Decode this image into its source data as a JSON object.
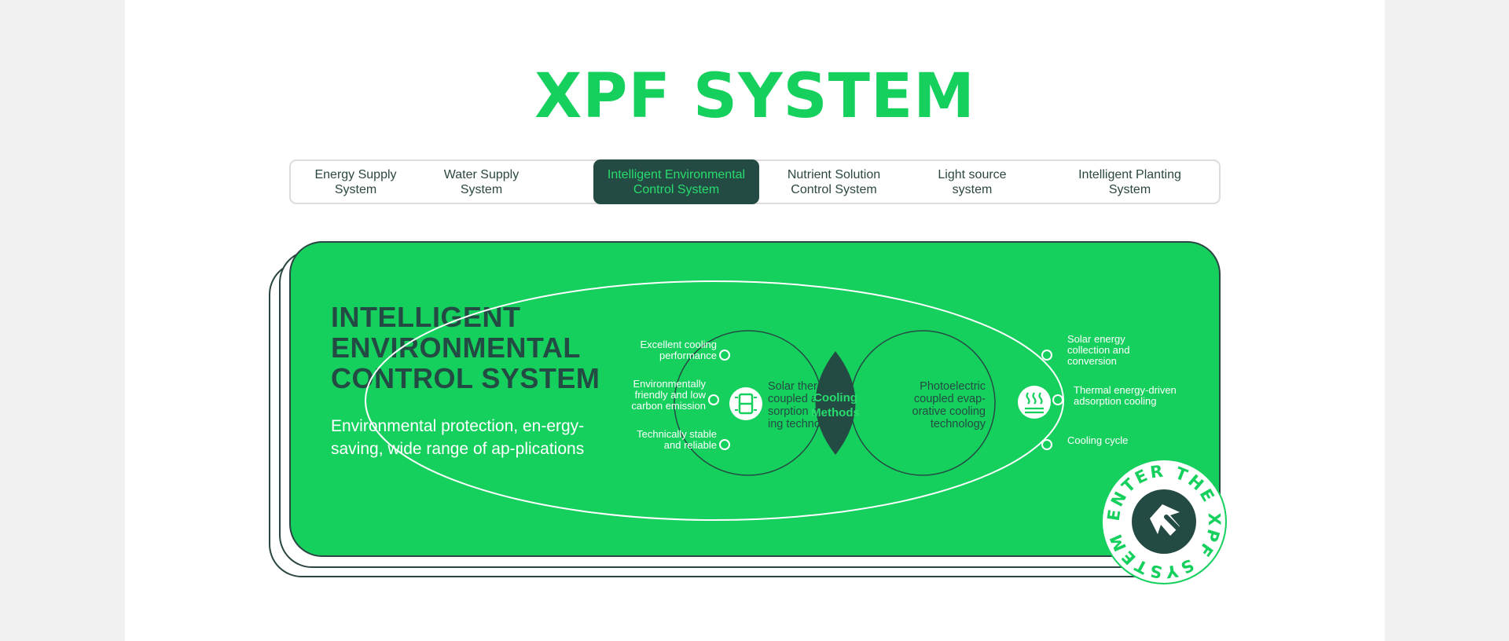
{
  "page": {
    "title": "XPF SYSTEM"
  },
  "tabs": [
    {
      "label": "Energy Supply\nSystem",
      "active": false
    },
    {
      "label": "Water Supply\nSystem",
      "active": false
    },
    {
      "label": "Intelligent Environmental\nControl System",
      "active": true
    },
    {
      "label": "Nutrient Solution\nControl System",
      "active": false
    },
    {
      "label": "Light source\nsystem",
      "active": false
    },
    {
      "label": "Intelligent Planting\nSystem",
      "active": false
    }
  ],
  "card": {
    "title": "INTELLIGENT\nENVIRONMENTAL\nCONTROL SYSTEM",
    "description": "Environmental protection, en-ergy-saving, wide range of ap-plications"
  },
  "diagram": {
    "left_features": [
      "Excellent cooling\nperformance",
      "Environmentally\nfriendly and low\ncarbon emission",
      "Technically stable\nand reliable"
    ],
    "right_features": [
      "Solar energy\ncollection and\nconversion",
      "Thermal energy-driven\nadsorption cooling",
      "Cooling cycle"
    ],
    "left_method": "Solar thermal\ncoupled ad-\nsorption cool-\ning technology",
    "right_method": "Photoelectric\ncoupled evap-\norative cooling\ntechnology",
    "center_label": "Cooling\nMethods",
    "left_icon": "thermal-battery-icon",
    "right_icon": "heat-wave-icon"
  },
  "enter_badge": {
    "text": "ENTER THE XPF SYSTEM",
    "icon": "arrow-up-left-icon"
  },
  "colors": {
    "brand_green": "#16d05e",
    "dark_green": "#244a44",
    "accent_green": "#27dd6d"
  }
}
